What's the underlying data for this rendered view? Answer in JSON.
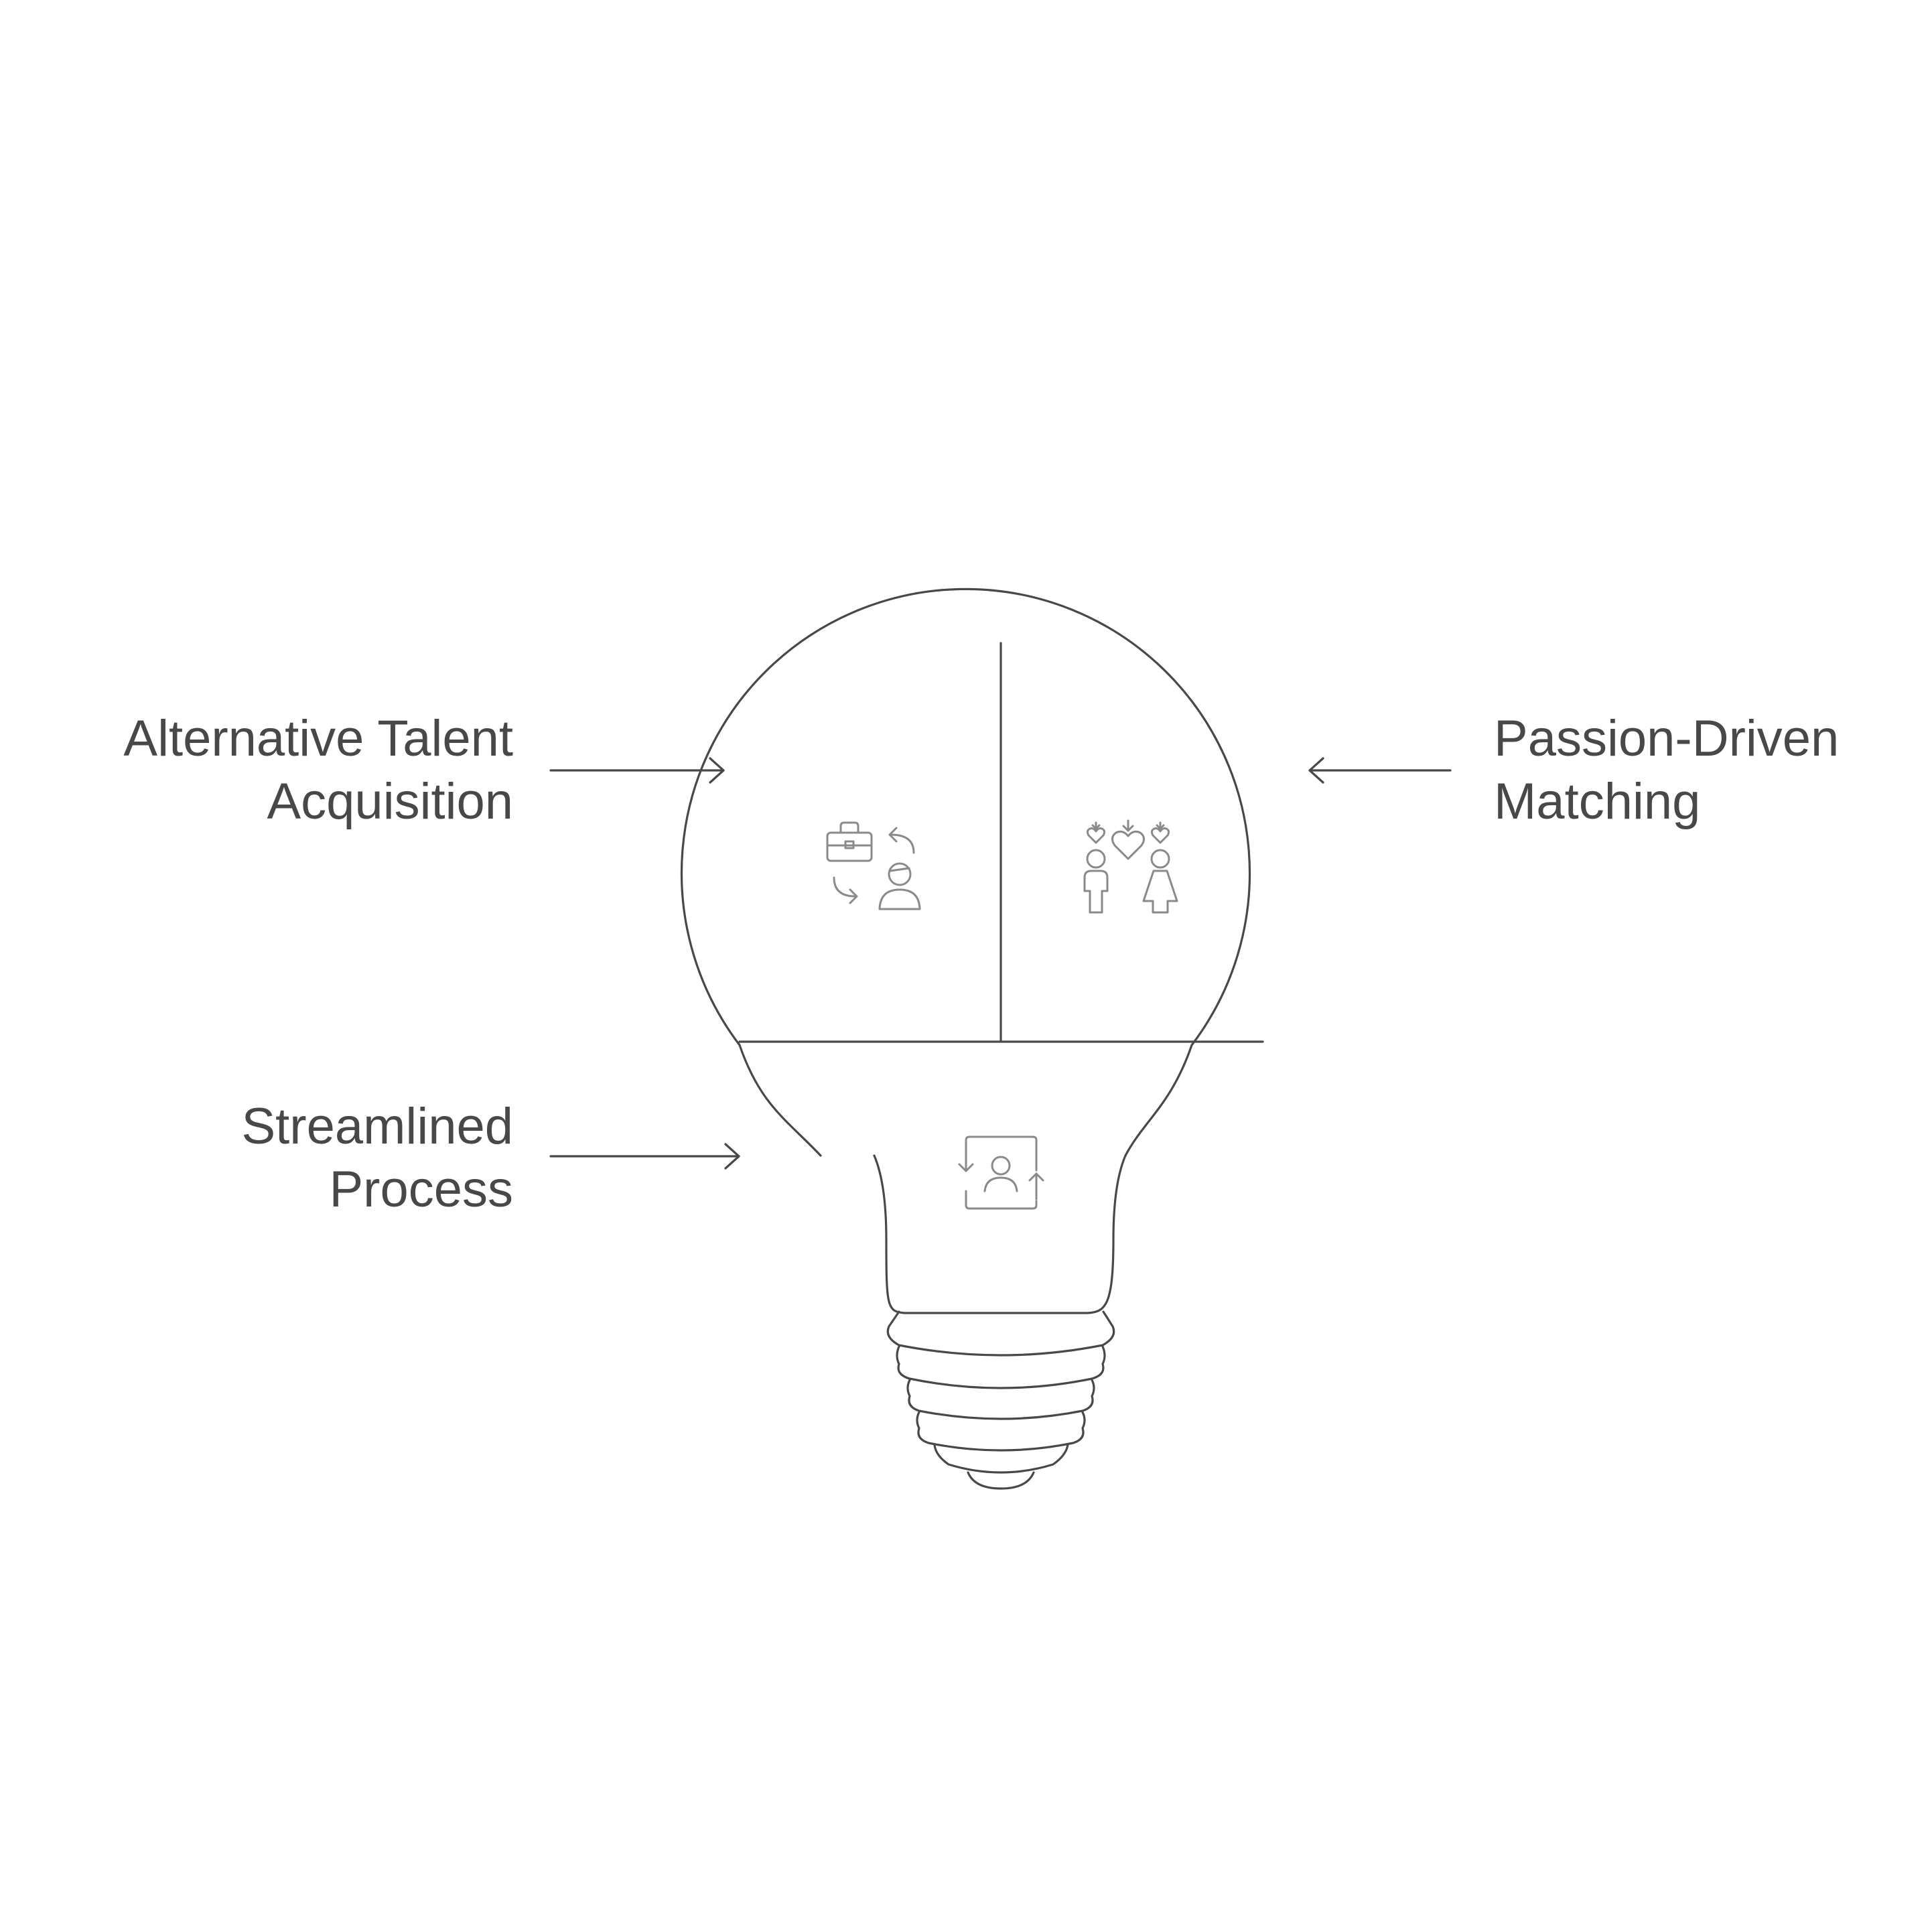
{
  "diagram": {
    "type": "lightbulb-infographic",
    "labels": {
      "alternative_talent": {
        "line1": "Alternative Talent",
        "line2": "Acquisition"
      },
      "passion_driven": {
        "line1": "Passion-Driven",
        "line2": "Matching"
      },
      "streamlined": {
        "line1": "Streamlined",
        "line2": "Process"
      }
    },
    "icons": {
      "alternative_talent": "briefcase-person-exchange-icon",
      "passion_driven": "two-people-hearts-icon",
      "streamlined": "person-frame-cycle-icon"
    },
    "colors": {
      "outline": "#484848",
      "text": "#484848",
      "icon": "#8a8a8a",
      "background": "#ffffff"
    }
  }
}
